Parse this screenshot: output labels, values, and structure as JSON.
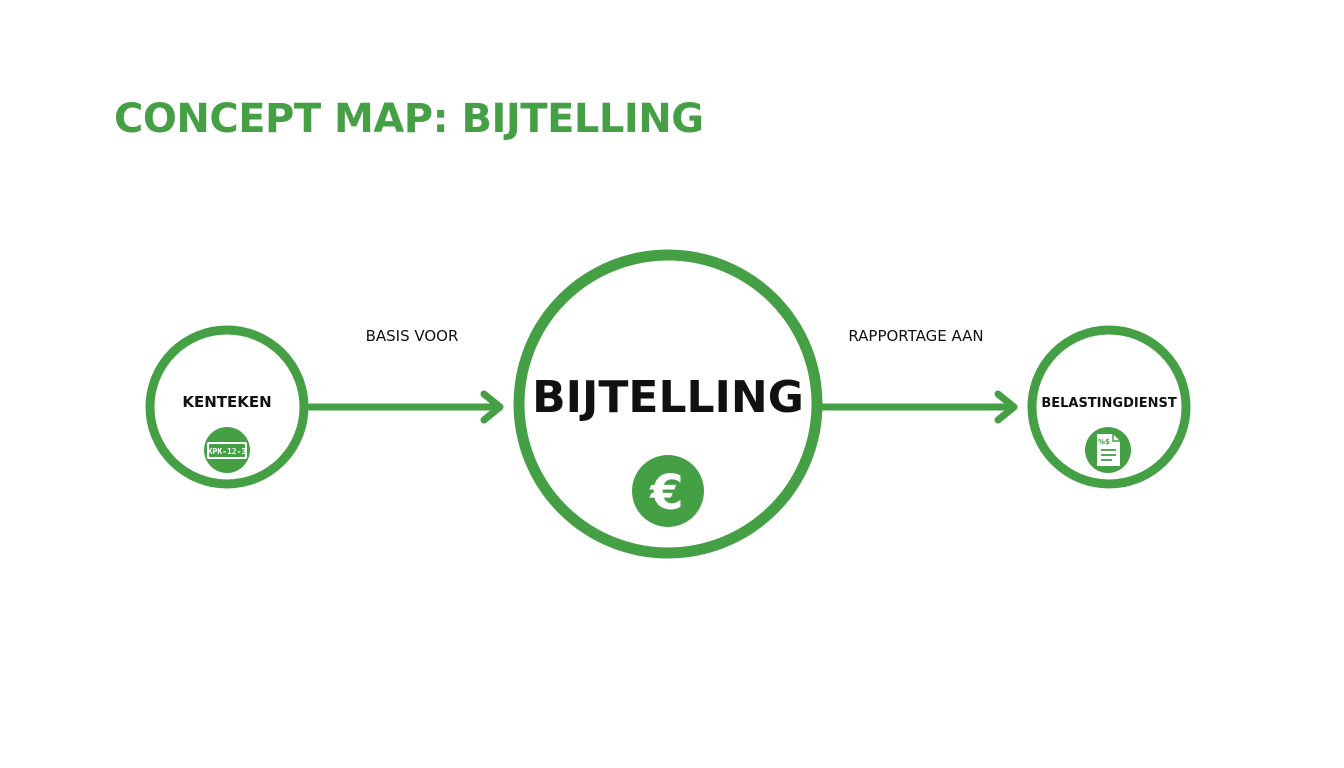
{
  "title": "CONCEPT MAP: BIJTELLING",
  "colors": {
    "accent": "#45A045",
    "text": "#111111",
    "background": "#FFFFFF"
  },
  "nodes": {
    "left": {
      "label": "KENTEKEN",
      "icon": "license-plate-icon",
      "plate_text": "KPK-12-3"
    },
    "center": {
      "label": "BIJTELLING",
      "icon": "euro-icon",
      "symbol": "€"
    },
    "right": {
      "label": "BELASTINGDIENST",
      "icon": "tax-document-icon",
      "doc_mark": "%$"
    }
  },
  "edges": {
    "left_to_center": {
      "label": "BASIS VOOR"
    },
    "center_to_right": {
      "label": "RAPPORTAGE AAN"
    }
  }
}
